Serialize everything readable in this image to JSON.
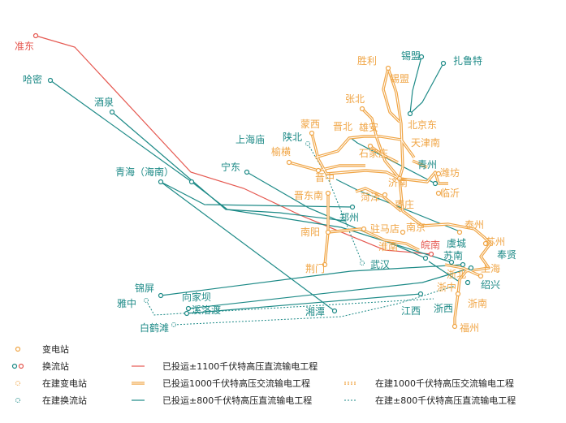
{
  "colors": {
    "orange": "#f0a545",
    "teal": "#1d8a87",
    "red": "#e5574f",
    "text_dark": "#222222"
  },
  "stations": {
    "zhundong": "准东",
    "hami": "哈密",
    "jiuquan": "酒泉",
    "qinghai": "青海（海南）",
    "shanghaimiao": "上海庙",
    "ningdong": "宁东",
    "shaanbei": "陕北",
    "yulin": "榆横",
    "mengxi": "蒙西",
    "jinbei": "晋北",
    "xiongan": "雄安",
    "shijiazhuang": "石家庄",
    "jinzhong": "晋中",
    "jindongnan": "晋东南",
    "zhangbei": "张北",
    "shengli": "胜利",
    "ximeng": "锡盟",
    "ximeng2": "锡盟",
    "zhalute": "扎鲁特",
    "beijingdong": "北京东",
    "tianjinnan": "天津南",
    "qingzhou": "青州",
    "weifang": "潍坊",
    "linyi": "临沂",
    "jinan": "济南",
    "heze": "菏泽",
    "zaozhuang": "枣庄",
    "zhengzhou": "郑州",
    "zhumadian": "驻马店",
    "nanyang": "南阳",
    "jingmen": "荆门",
    "wuhan": "武汉",
    "huainan": "淮南",
    "nanjing": "南京",
    "taizhou": "泰州",
    "wannan": "皖南",
    "yucheng": "虞城",
    "suzhou": "苏州",
    "sunan": "苏南",
    "fengxian": "奉贤",
    "zhebei": "浙北",
    "shanghai": "上海",
    "shaoxing": "绍兴",
    "zhezhong": "浙中",
    "zhenan": "浙南",
    "fuzhou": "福州",
    "jinping": "锦屏",
    "xiangjiaba": "向家坝",
    "xiluodu": "溪洛渡",
    "yazhong": "雅中",
    "baihetan": "白鹤滩",
    "xiangtan": "湘潭",
    "jiangxi": "江西",
    "zhexi": "浙西"
  },
  "legend": {
    "substation": "变电站",
    "converter": "换流站",
    "substation_building": "在建变电站",
    "converter_building": "在建换流站",
    "line_1100": "已投运±1100千伏特高压直流输电工程",
    "line_1000ac": "已投运1000千伏特高压交流输电工程",
    "line_800dc": "已投运±800千伏特高压直流输电工程",
    "line_1000ac_building": "在建1000千伏特高压交流输电工程",
    "line_800dc_building": "在建±800千伏特高压直流输电工程"
  }
}
